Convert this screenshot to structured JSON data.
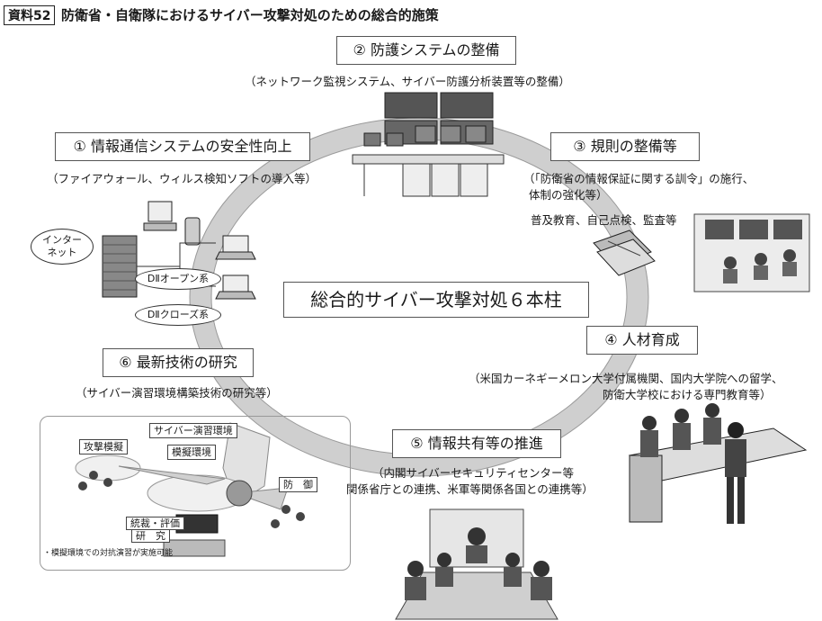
{
  "header": {
    "tag": "資料52",
    "title": "防衛省・自衛隊におけるサイバー攻撃対処のための総合的施策"
  },
  "center": "総合的サイバー攻撃対処６本柱",
  "pillars": [
    {
      "label": "① 情報通信システムの安全性向上",
      "note": "（ファイアウォール、ウィルス検知ソフトの導入等）"
    },
    {
      "label": "② 防護システムの整備",
      "note": "（ネットワーク監視システム、サイバー防護分析装置等の整備）"
    },
    {
      "label": "③ 規則の整備等",
      "note1": "（「防衛省の情報保証に関する訓令」の施行、",
      "note2": "体制の強化等）",
      "note3": "普及教育、自己点検、監査等"
    },
    {
      "label": "④ 人材育成",
      "note1": "（米国カーネギーメロン大学付属機関、国内大学院への留学、",
      "note2": "防衛大学校における専門教育等）"
    },
    {
      "label": "⑤ 情報共有等の推進",
      "note1": "（内閣サイバーセキュリティセンター等",
      "note2": "関係省庁との連携、米軍等関係各国との連携等）"
    },
    {
      "label": "⑥ 最新技術の研究",
      "note": "（サイバー演習環境構築技術の研究等）"
    }
  ],
  "network": {
    "internet": "インター\nネット",
    "open": "DⅡオープン系",
    "closed": "DⅡクローズ系"
  },
  "exercise": {
    "env": "サイバー演習環境",
    "attack": "攻撃模擬",
    "sim": "模擬環境",
    "defense": "防　御",
    "control1": "統裁・評価",
    "control2": "研　究",
    "footnote": "・模擬環境での対抗演習が実施可能"
  }
}
